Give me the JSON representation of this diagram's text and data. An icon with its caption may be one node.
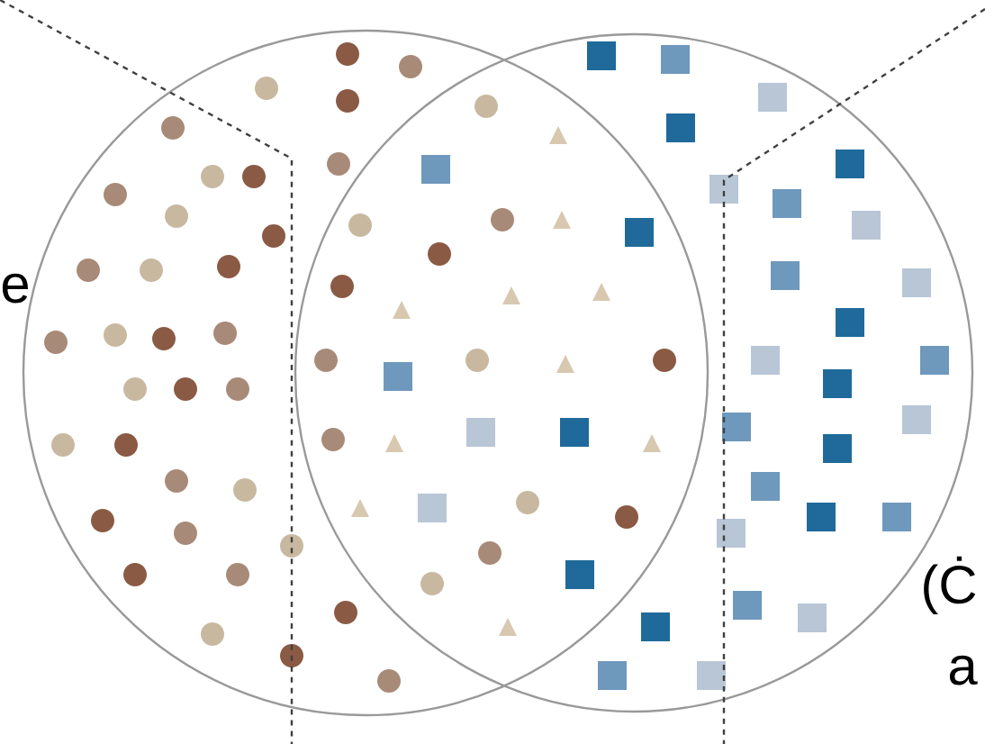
{
  "diagram": {
    "labels": [
      "e",
      "(Ċ",
      "a"
    ]
  }
}
